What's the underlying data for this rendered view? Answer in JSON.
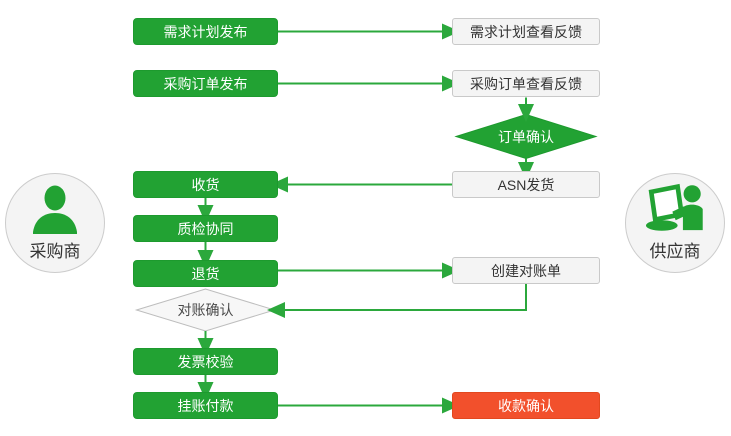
{
  "colors": {
    "process_green": "#22A233",
    "arrow_green": "#2BA83C",
    "alert_red": "#F2502C",
    "feedback_gray": "#f4f4f4",
    "border_gray": "#c9c9c9"
  },
  "actors": {
    "buyer": {
      "label": "采购商"
    },
    "supplier": {
      "label": "供应商"
    }
  },
  "nodes": {
    "demand_plan_publish": {
      "label": "需求计划发布"
    },
    "demand_plan_feedback": {
      "label": "需求计划查看反馈"
    },
    "po_publish": {
      "label": "采购订单发布"
    },
    "po_feedback": {
      "label": "采购订单查看反馈"
    },
    "order_confirm": {
      "label": "订单确认"
    },
    "receive_goods": {
      "label": "收货"
    },
    "asn_ship": {
      "label": "ASN发货"
    },
    "quality_check": {
      "label": "质检协同"
    },
    "return_goods": {
      "label": "退货"
    },
    "create_statement": {
      "label": "创建对账单"
    },
    "reconcile_confirm": {
      "label": "对账确认"
    },
    "invoice_verify": {
      "label": "发票校验"
    },
    "payment": {
      "label": "挂账付款"
    },
    "receipt_confirm": {
      "label": "收款确认"
    }
  }
}
